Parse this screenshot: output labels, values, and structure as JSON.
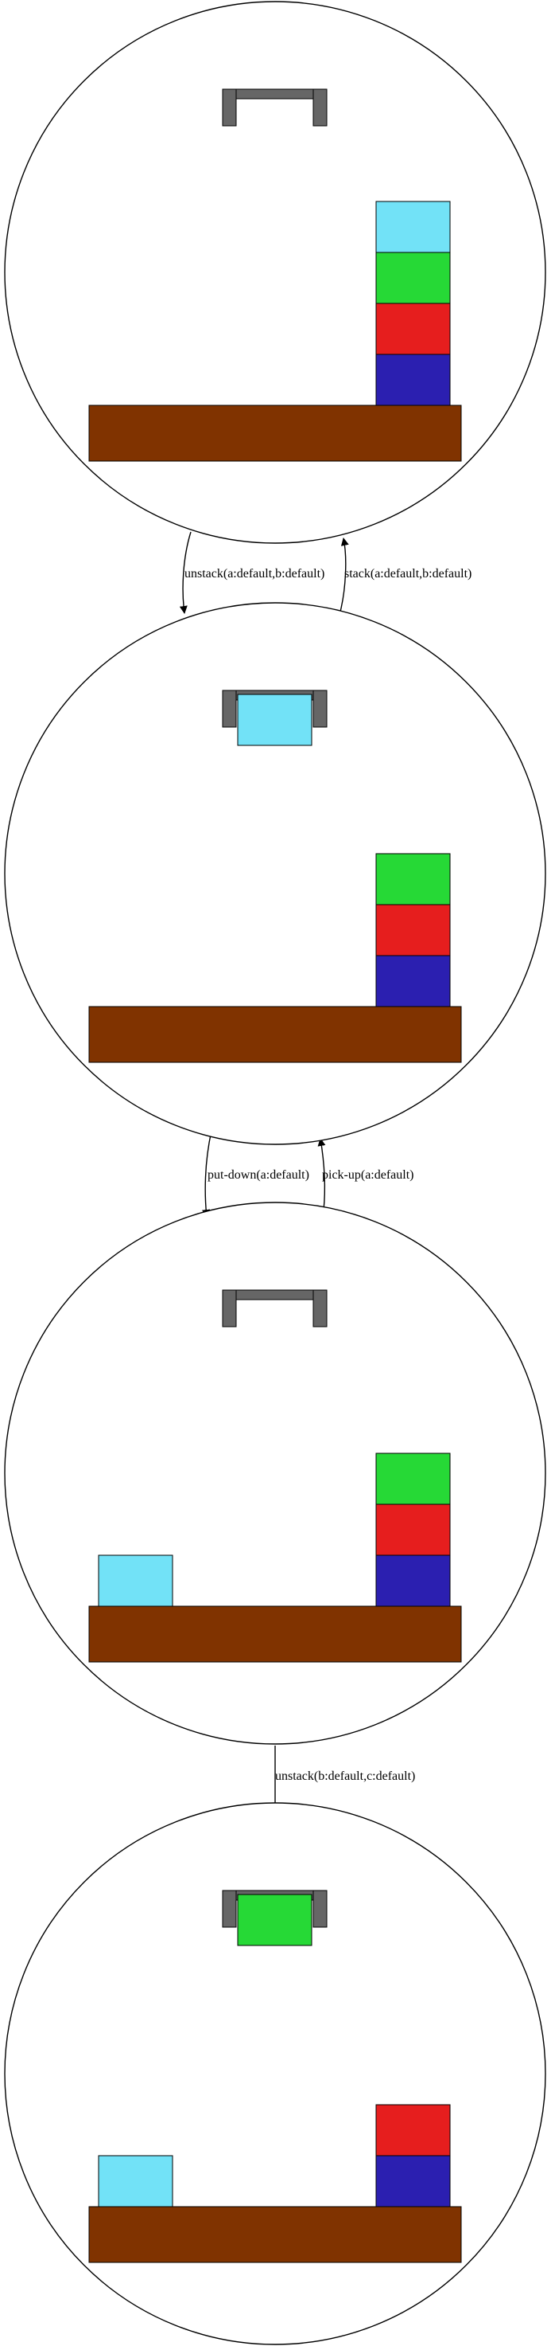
{
  "colors": {
    "outline": "#000000",
    "background": "#ffffff",
    "table": "#803300",
    "gripper": "#666666",
    "block_a": "#72e2f7",
    "block_b": "#26d936",
    "block_c": "#e61e1e",
    "block_d": "#2b1fb0"
  },
  "states": [
    {
      "id": "state-1",
      "held": null,
      "stacks": [
        [
          "d",
          "c",
          "b",
          "a"
        ]
      ]
    },
    {
      "id": "state-2",
      "held": "a",
      "stacks": [
        [
          "d",
          "c",
          "b"
        ]
      ]
    },
    {
      "id": "state-3",
      "held": null,
      "stacks": [
        [
          "a"
        ],
        [
          "d",
          "c",
          "b"
        ]
      ]
    },
    {
      "id": "state-4",
      "held": "b",
      "stacks": [
        [
          "a"
        ],
        [
          "d",
          "c"
        ]
      ]
    }
  ],
  "transitions": [
    {
      "from": 0,
      "to": 1,
      "label": "unstack(a:default,b:default)"
    },
    {
      "from": 1,
      "to": 0,
      "label": "stack(a:default,b:default)"
    },
    {
      "from": 1,
      "to": 2,
      "label": "put-down(a:default)"
    },
    {
      "from": 2,
      "to": 1,
      "label": "pick-up(a:default)"
    },
    {
      "from": 2,
      "to": 3,
      "label": "unstack(b:default,c:default)"
    }
  ]
}
